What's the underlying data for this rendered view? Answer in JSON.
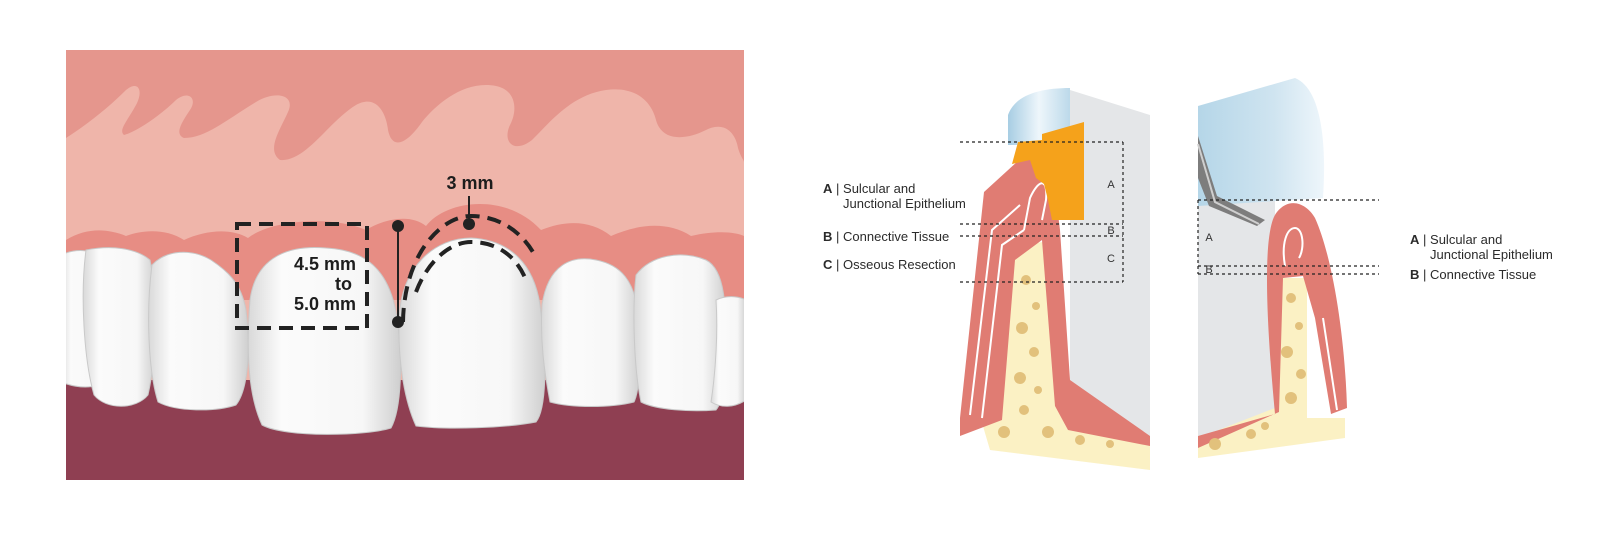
{
  "crown_diagram": {
    "measure_top": "3 mm",
    "measure_side_lines": [
      "4.5 mm",
      "to",
      "5.0 mm"
    ]
  },
  "section_a": {
    "legend": [
      {
        "letter": "A",
        "sep": "|",
        "lines": [
          "Sulcular and",
          "Junctional Epithelium"
        ]
      },
      {
        "letter": "B",
        "sep": "|",
        "lines": [
          "Connective Tissue"
        ]
      },
      {
        "letter": "C",
        "sep": "|",
        "lines": [
          "Osseous Resection"
        ]
      }
    ],
    "zone_tags": [
      "A",
      "B",
      "C"
    ]
  },
  "section_b": {
    "legend": [
      {
        "letter": "A",
        "sep": "|",
        "lines": [
          "Sulcular and",
          "Junctional Epithelium"
        ]
      },
      {
        "letter": "B",
        "sep": "|",
        "lines": [
          "Connective Tissue"
        ]
      }
    ],
    "zone_tags": [
      "A",
      "B"
    ]
  },
  "colors": {
    "gum_dark": "#e5968d",
    "gum_light": "#efb5aa",
    "gingiva_margin": "#e78d84",
    "lip": "#8f3f52",
    "tooth": "#f3f3f3",
    "tissue": "#e07c73",
    "bone": "#fbf1c4",
    "restoration": "#f5a21b",
    "enamel": "#b5d6e8",
    "root": "#e4e6e8"
  }
}
